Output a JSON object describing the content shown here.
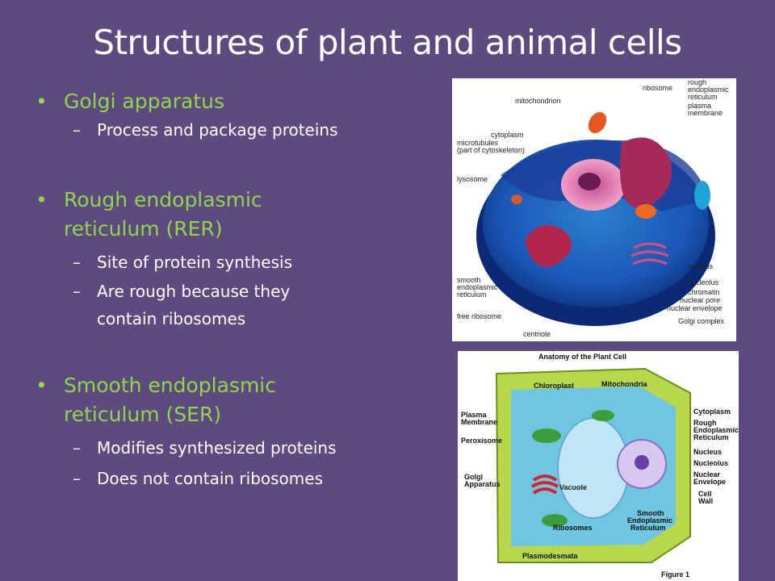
{
  "title": "Structures of plant and animal cells",
  "sections": [
    {
      "heading": "Golgi apparatus",
      "points": [
        "Process and package proteins"
      ]
    },
    {
      "heading_lines": [
        "Rough endoplasmic",
        "reticulum (RER)"
      ],
      "points": [
        "Site of protein synthesis"
      ],
      "multi": [
        "Are rough because they",
        "contain ribosomes"
      ]
    },
    {
      "heading_lines": [
        "Smooth endoplasmic",
        "reticulum (SER)"
      ],
      "points": [
        "Modifies synthesized proteins",
        "Does not contain ribosomes"
      ]
    }
  ],
  "animal_labels": {
    "ribosome": "ribosome",
    "rer1": "rough",
    "rer2": "endoplasmic",
    "rer3": "reticulum",
    "pm1": "plasma",
    "pm2": "membrane",
    "mito": "mitochondrion",
    "cyto": "cytoplasm",
    "mt1": "microtubules",
    "mt2": "(part of cytoskeleton)",
    "lyso": "lysosome",
    "ser1": "smooth",
    "ser2": "endoplasmic",
    "ser3": "reticulum",
    "free": "free ribosome",
    "centriole": "centriole",
    "nucleus": "nucleus",
    "nucleolus": "nucleolus",
    "chromatin": "chromatin",
    "pore": "nuclear pore",
    "env": "nuclear envelope",
    "golgi": "Golgi complex"
  },
  "plant_labels": {
    "heading": "Anatomy of the Plant Cell",
    "chloro": "Chloroplast",
    "mito": "Mitochondria",
    "cyto": "Cytoplasm",
    "rer1": "Rough",
    "rer2": "Endoplasmic",
    "rer3": "Reticulum",
    "pm1": "Plasma",
    "pm2": "Membrane",
    "perox": "Peroxisome",
    "vacuole": "Vacuole",
    "nucleus": "Nucleus",
    "nucleolus": "Nucleolus",
    "ne1": "Nuclear",
    "ne2": "Envelope",
    "golgi1": "Golgi",
    "golgi2": "Apparatus",
    "cw1": "Cell",
    "cw2": "Wall",
    "ribo": "Ribosomes",
    "ser1": "Smooth",
    "ser2": "Endoplasmic",
    "ser3": "Reticulum",
    "plasmo": "Plasmodesmata",
    "fig": "Figure 1"
  }
}
